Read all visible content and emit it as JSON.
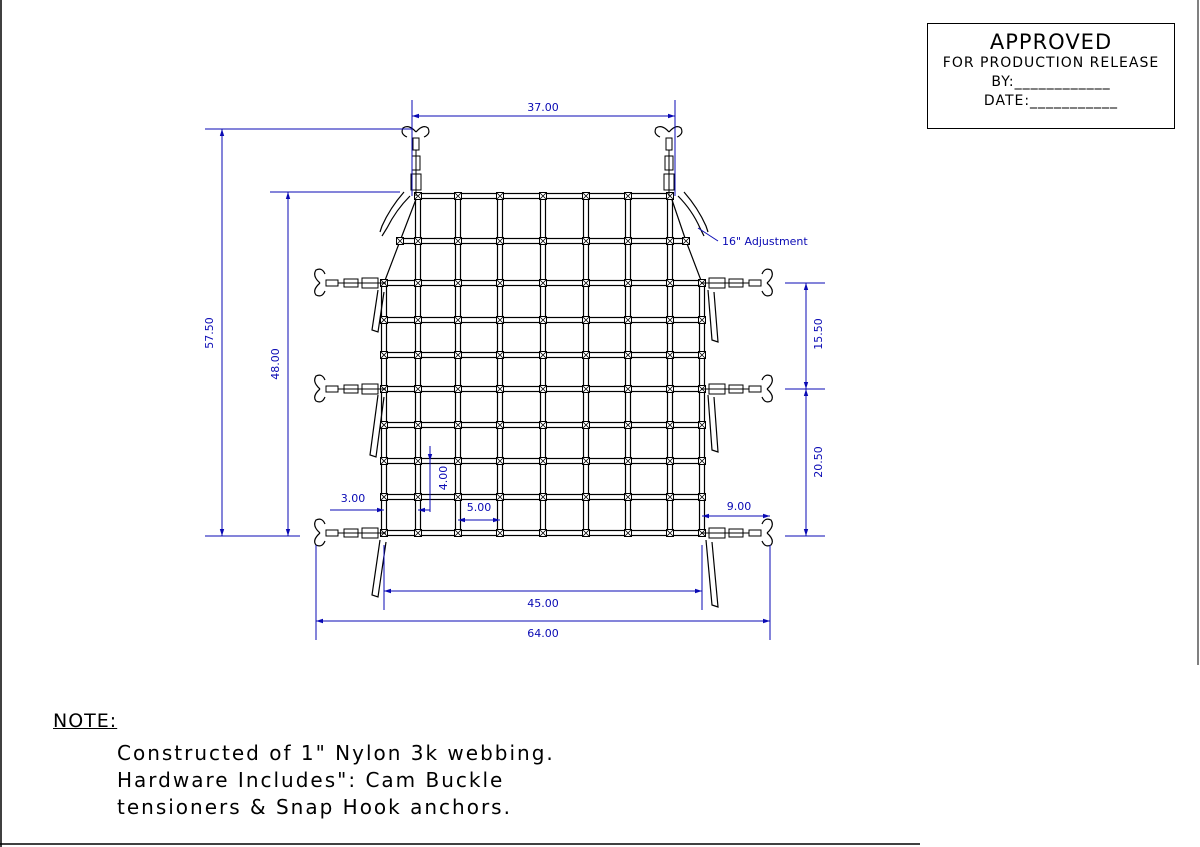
{
  "approval": {
    "title": "APPROVED",
    "subtitle": "FOR PRODUCTION RELEASE",
    "by_label": "BY:____________",
    "date_label": "DATE:___________"
  },
  "dimensions": {
    "top_width": "37.00",
    "overall_height": "57.50",
    "net_height": "48.00",
    "adjustment_note": "16\" Adjustment",
    "right_upper": "15.50",
    "right_lower": "20.50",
    "cell_height": "4.00",
    "edge_offset": "3.00",
    "cell_width": "5.00",
    "right_offset": "9.00",
    "net_width": "45.00",
    "overall_width": "64.00"
  },
  "note": {
    "label": "NOTE:",
    "lines": [
      "Constructed of 1\" Nylon 3k webbing.",
      "Hardware Includes\": Cam Buckle",
      "tensioners & Snap Hook anchors."
    ]
  },
  "colors": {
    "dimension": "#0a0ab4",
    "line": "#000000"
  }
}
